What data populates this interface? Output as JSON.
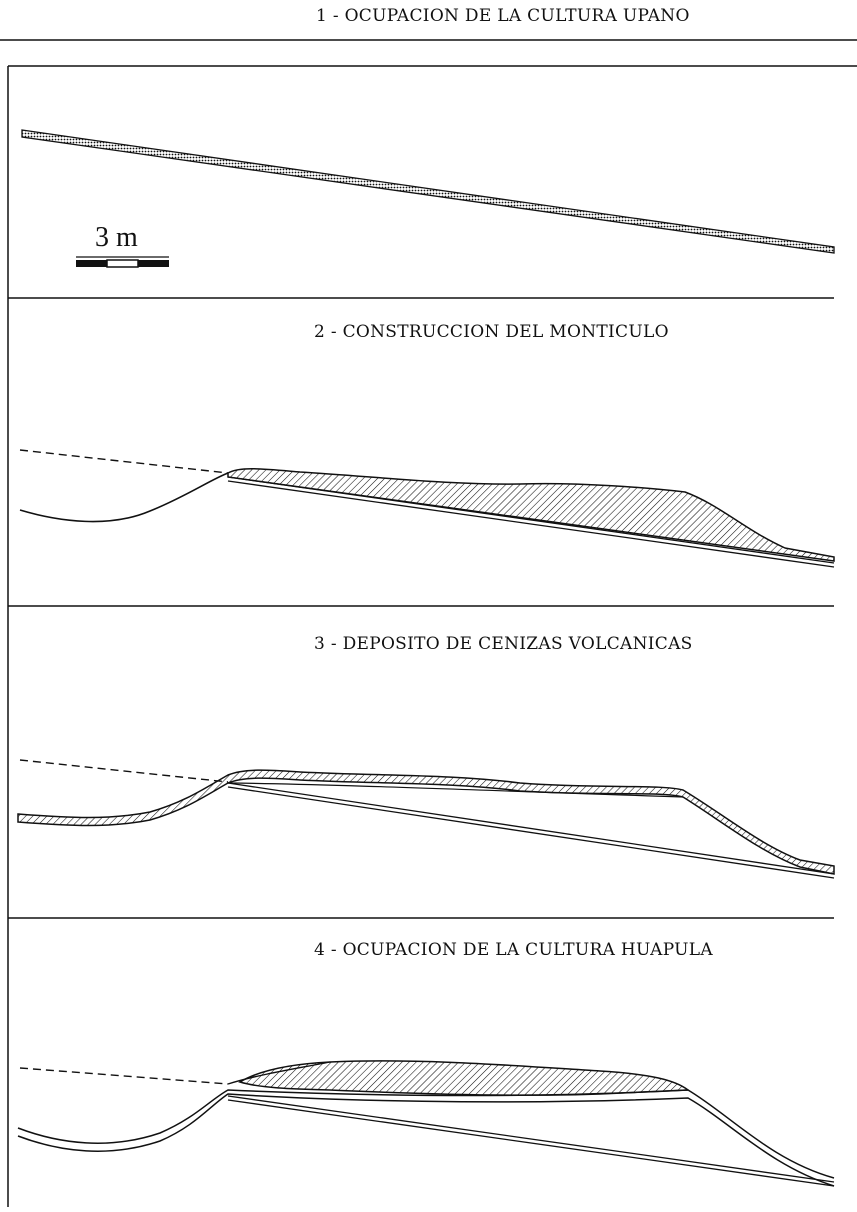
{
  "panels": [
    {
      "title": "1 - OCUPACION DE LA CULTURA UPANO"
    },
    {
      "title": "2 - CONSTRUCCION DEL MONTICULO"
    },
    {
      "title": "3 - DEPOSITO DE CENIZAS VOLCANICAS"
    },
    {
      "title": "4 - OCUPACION DE LA CULTURA HUAPULA"
    }
  ],
  "scale_bar": {
    "label": "3 m"
  },
  "colors": {
    "ink": "#111111",
    "paper": "#ffffff"
  }
}
